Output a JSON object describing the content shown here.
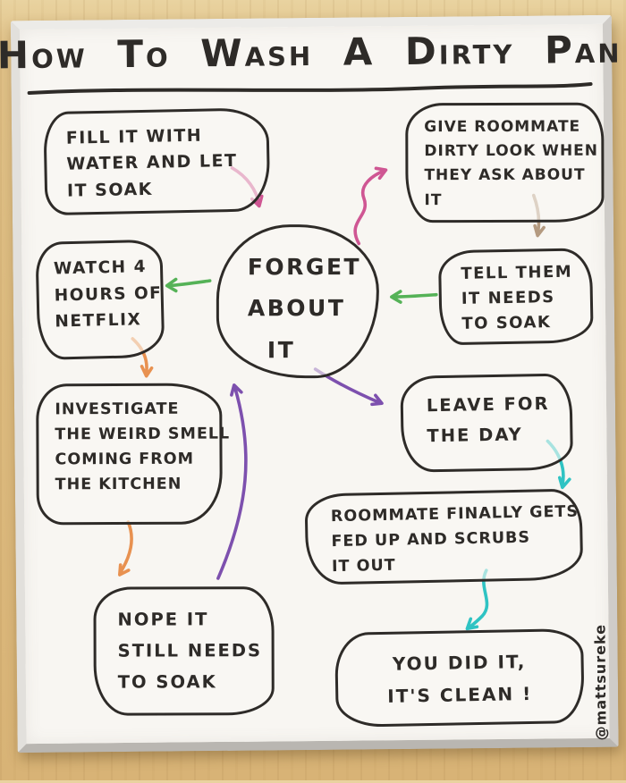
{
  "title": "How To Wash A Dirty Pan",
  "watermark": "@mattsureke",
  "colors": {
    "ink": "#2e2b28",
    "pink": "#cf5693",
    "tan": "#b49a80",
    "green": "#55b257",
    "orange": "#e89150",
    "purple": "#7d50ae",
    "teal": "#2fc3c3",
    "board": "#f8f6f2",
    "wood": "#dcba7e"
  },
  "nodes": {
    "fill_it": {
      "lines": [
        "FILL IT WITH",
        "WATER AND LET",
        "IT SOAK"
      ]
    },
    "give_look": {
      "lines": [
        "GIVE ROOMMATE",
        "DIRTY LOOK WHEN",
        "THEY ASK ABOUT",
        "IT"
      ]
    },
    "watch": {
      "lines": [
        "WATCH 4",
        "HOURS OF",
        "NETFLIX"
      ]
    },
    "forget": {
      "lines": [
        "FORGET",
        "ABOUT",
        "IT"
      ]
    },
    "tell_them": {
      "lines": [
        "TELL THEM",
        "IT NEEDS",
        "TO SOAK"
      ]
    },
    "investigate": {
      "lines": [
        "INVESTIGATE",
        "THE WEIRD SMELL",
        "COMING FROM",
        "THE KITCHEN"
      ]
    },
    "leave": {
      "lines": [
        "LEAVE FOR",
        "THE DAY"
      ]
    },
    "scrubs": {
      "lines": [
        "ROOMMATE FINALLY GETS",
        "FED UP AND SCRUBS",
        "IT OUT"
      ]
    },
    "nope": {
      "lines": [
        "NOPE IT",
        "STILL NEEDS",
        "TO SOAK"
      ]
    },
    "done": {
      "lines": [
        "YOU DID IT,",
        "IT'S CLEAN !"
      ]
    }
  },
  "edges": [
    {
      "from": "fill_it",
      "to": "forget",
      "color": "#cf5693"
    },
    {
      "from": "forget",
      "to": "give_look",
      "color": "#cf5693"
    },
    {
      "from": "give_look",
      "to": "tell_them",
      "color": "#b49a80"
    },
    {
      "from": "tell_them",
      "to": "forget",
      "color": "#55b257"
    },
    {
      "from": "forget",
      "to": "watch",
      "color": "#55b257"
    },
    {
      "from": "watch",
      "to": "investigate",
      "color": "#e89150"
    },
    {
      "from": "investigate",
      "to": "nope",
      "color": "#e89150"
    },
    {
      "from": "nope",
      "to": "forget",
      "color": "#7d50ae"
    },
    {
      "from": "forget",
      "to": "leave",
      "color": "#7d50ae"
    },
    {
      "from": "leave",
      "to": "scrubs",
      "color": "#2fc3c3"
    },
    {
      "from": "scrubs",
      "to": "done",
      "color": "#2fc3c3"
    }
  ]
}
